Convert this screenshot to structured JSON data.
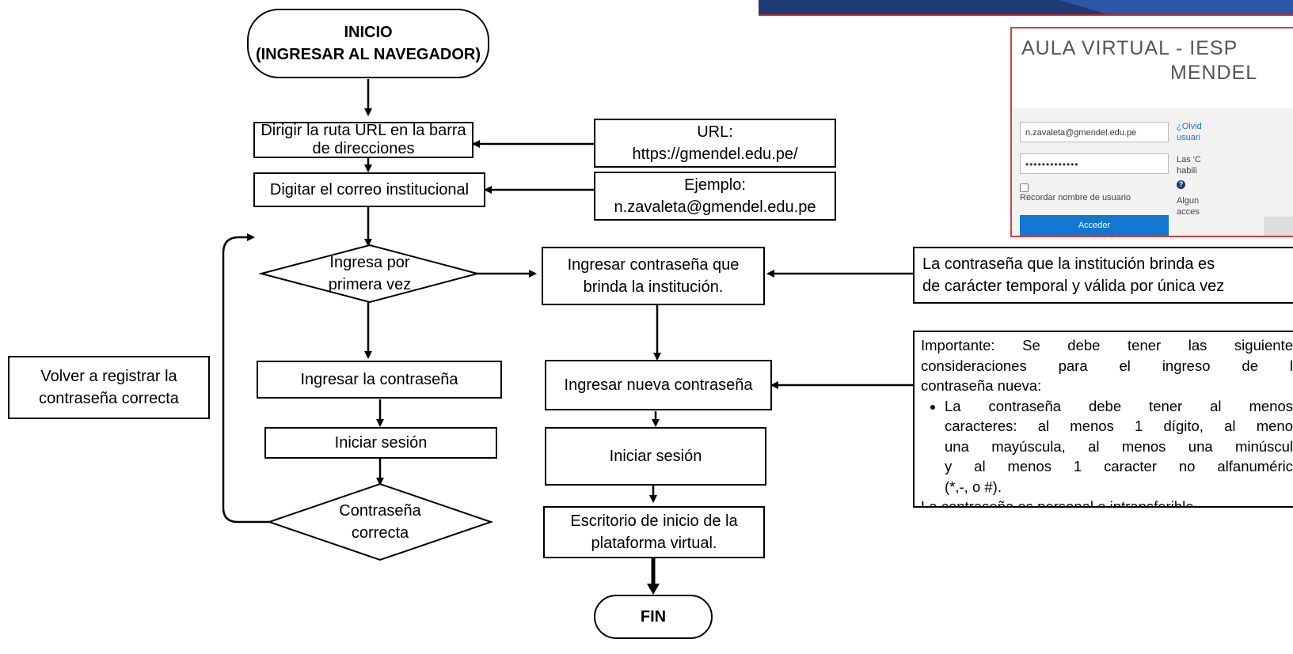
{
  "colors": {
    "banner": "#1f3b73",
    "panel_border": "#e53935",
    "accent": "#1177d1"
  },
  "flow": {
    "start": {
      "line1": "INICIO",
      "line2": "(INGRESAR AL NAVEGADOR)"
    },
    "step_url": {
      "line1": "Dirigir la ruta URL en la barra",
      "line2": "de direcciones"
    },
    "url_note": {
      "line1": "URL:",
      "line2": "https://gmendel.edu.pe/"
    },
    "step_email": {
      "line1": "Digitar el correo institucional"
    },
    "email_note": {
      "line1": "Ejemplo:",
      "line2": "n.zavaleta@gmendel.edu.pe"
    },
    "decision_first": {
      "line1": "Ingresa por",
      "line2": "primera vez"
    },
    "step_enter_password": "Ingresar la contraseña",
    "step_login_left": "Iniciar sesión",
    "decision_correct": {
      "line1": "Contraseña",
      "line2": "correcta"
    },
    "retry_note": {
      "line1": "Volver a registrar la",
      "line2": "contraseña correcta"
    },
    "step_temp_password": {
      "line1": "Ingresar contraseña que",
      "line2": "brinda la institución."
    },
    "temp_note": {
      "line1": "La contraseña que la institución brinda es",
      "line2": "de carácter temporal y válida por única vez"
    },
    "step_new_password": "Ingresar nueva contraseña",
    "step_login_right": "Iniciar sesión",
    "step_dashboard": {
      "line1": "Escritorio de inicio de la",
      "line2": "plataforma virtual."
    },
    "end": "FIN",
    "important_note": {
      "intro1": "Importante: Se debe tener las siguiente",
      "intro2": "consideraciones para el ingreso de l",
      "intro3": "contraseña nueva:",
      "bullet1": "La contraseña debe tener al menos",
      "bullet2": "caracteres: al menos 1 dígito, al meno",
      "bullet3": "una mayúscula, al menos una minúscul",
      "bullet4": "y al menos 1 caracter no alfanuméric",
      "bullet5": "(*,-, o #).",
      "footer": "La contraseña es personal e intransferible."
    }
  },
  "login_panel": {
    "title_line1": "AULA VIRTUAL - IESP",
    "title_line2": "MENDEL",
    "username_value": "n.zavaleta@gmendel.edu.pe",
    "password_value": "•••••••••••••",
    "remember_label": "Recordar nombre de usuario",
    "submit_label": "Acceder",
    "forgot_line1": "¿Olvid",
    "forgot_line2": "usuari",
    "cookies_line1": "Las 'C",
    "cookies_line2": "habili",
    "guest_line1": "Algun",
    "guest_line2": "acces"
  }
}
